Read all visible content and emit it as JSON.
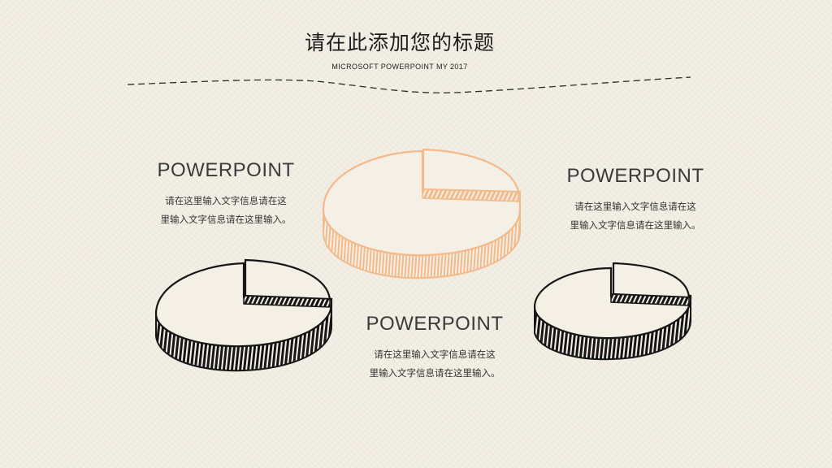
{
  "slide": {
    "title": "请在此添加您的标题",
    "subtitle": "MICROSOFT POWERPOINT MY 2017"
  },
  "blocks": [
    {
      "heading": "POWERPOINT",
      "body_line1": "请在这里输入文字信息请在这",
      "body_line2": "里输入文字信息请在这里输入。"
    },
    {
      "heading": "POWERPOINT",
      "body_line1": "请在这里输入文字信息请在这",
      "body_line2": "里输入文字信息请在这里输入。"
    },
    {
      "heading": "POWERPOINT",
      "body_line1": "请在这里输入文字信息请在这",
      "body_line2": "里输入文字信息请在这里输入。"
    }
  ],
  "colors": {
    "background": "#f4f0e6",
    "ink": "#1a1a1a",
    "accent": "#f5b98a"
  },
  "icons": [
    "hand-drawn-pie-chart-icon"
  ]
}
